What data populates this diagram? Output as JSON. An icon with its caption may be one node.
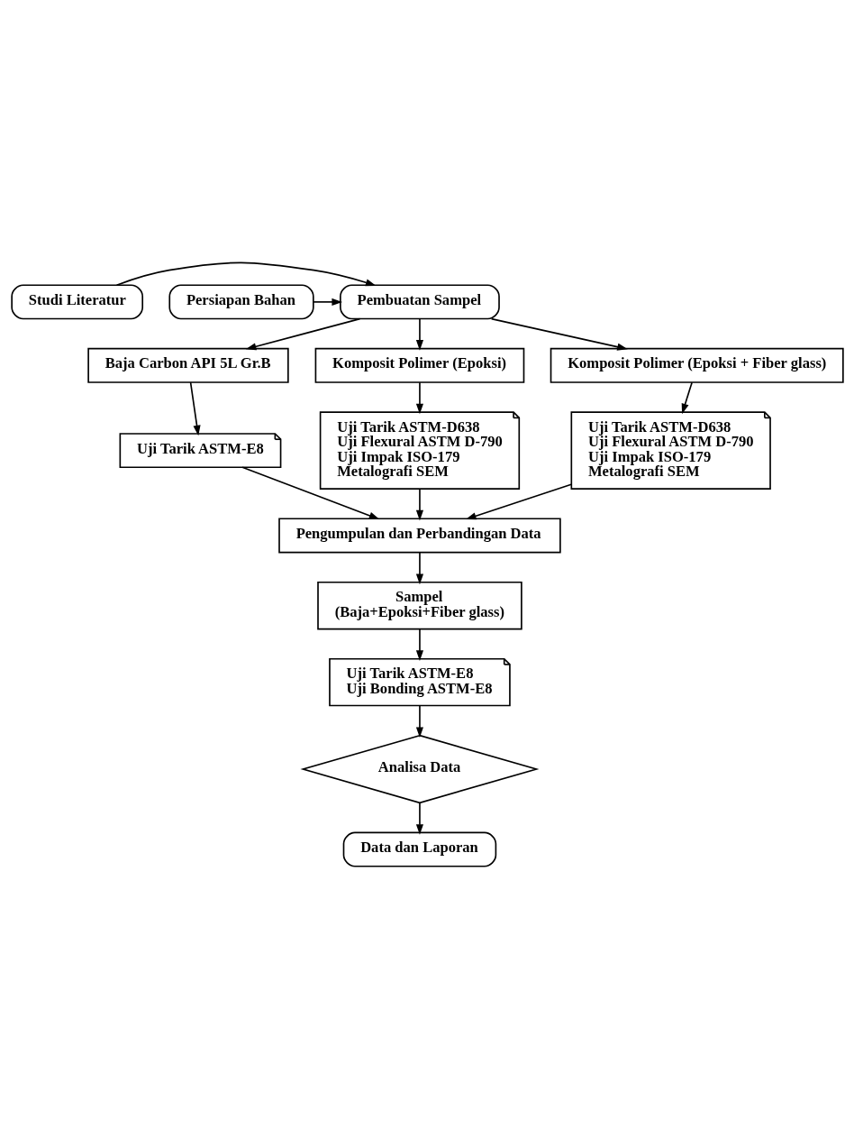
{
  "diagram": {
    "nodes": [
      {
        "text": [
          "Studi Literatur"
        ]
      },
      {
        "text": [
          "Pembuatan Sampel"
        ]
      },
      {
        "text": [
          "Persiapan Bahan"
        ]
      },
      {
        "text": [
          "Baja Carbon API 5L Gr.B"
        ]
      },
      {
        "text": [
          "Komposit Polimer (Epoksi)"
        ]
      },
      {
        "text": [
          "Komposit Polimer (Epoksi + Fiber glass)"
        ]
      },
      {
        "text": [
          "Uji Tarik ASTM-E8"
        ]
      },
      {
        "text": [
          "Uji Tarik ASTM-D638",
          "Uji Flexural ASTM D-790",
          "Uji Impak ISO-179",
          "Metalografi SEM"
        ]
      },
      {
        "text": [
          "Uji Tarik ASTM-D638",
          "Uji Flexural ASTM D-790",
          "Uji Impak ISO-179",
          "Metalografi SEM"
        ]
      },
      {
        "text": [
          "Pengumpulan dan Perbandingan Data"
        ]
      },
      {
        "text": [
          "Sampel",
          "(Baja+Epoksi+Fiber glass)"
        ]
      },
      {
        "text": [
          "Uji Tarik ASTM-E8",
          "Uji Bonding ASTM-E8"
        ]
      },
      {
        "text": [
          "Analisa Data"
        ]
      },
      {
        "text": [
          "Data dan Laporan"
        ]
      }
    ],
    "edges": [
      {
        "from": 0,
        "to": 1,
        "arrow": "to"
      },
      {
        "from": 2,
        "to": 1,
        "arrow": "to"
      },
      {
        "from": 1,
        "to": 3,
        "arrow": "to"
      },
      {
        "from": 1,
        "to": 4,
        "arrow": "to"
      },
      {
        "from": 1,
        "to": 5,
        "arrow": "to"
      },
      {
        "from": 3,
        "to": 6,
        "arrow": "to"
      },
      {
        "from": 4,
        "to": 7,
        "arrow": "to"
      },
      {
        "from": 5,
        "to": 8,
        "arrow": "to"
      },
      {
        "from": 6,
        "to": 9,
        "arrow": "to"
      },
      {
        "from": 7,
        "to": 9,
        "arrow": "to"
      },
      {
        "from": 8,
        "to": 9,
        "arrow": "to"
      },
      {
        "from": 9,
        "to": 10,
        "arrow": "to"
      },
      {
        "from": 10,
        "to": 11,
        "arrow": "to"
      },
      {
        "from": 11,
        "to": 12,
        "arrow": "to"
      },
      {
        "from": 12,
        "to": 13,
        "arrow": "to"
      }
    ]
  }
}
